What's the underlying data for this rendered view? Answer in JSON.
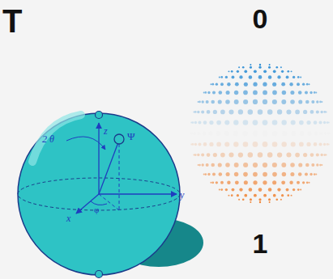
{
  "diagram": {
    "labels": [
      "T",
      "2 θ",
      "z",
      "Ψ",
      "x",
      "φ",
      "y",
      "0",
      "1"
    ]
  }
}
